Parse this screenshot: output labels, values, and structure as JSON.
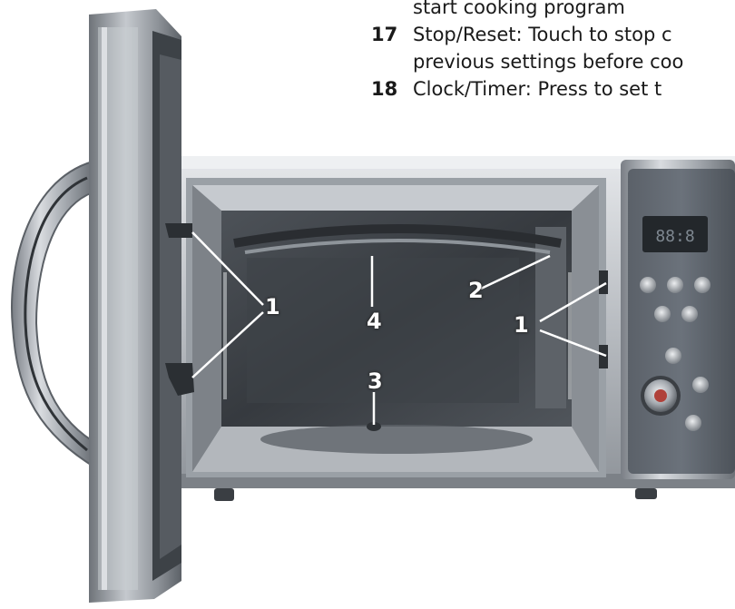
{
  "legend": {
    "line0": {
      "text": "start cooking program"
    },
    "line1": {
      "num": "17",
      "text": "Stop/Reset: Touch to stop c"
    },
    "line2": {
      "text": "previous settings before coo"
    },
    "line3": {
      "num": "18",
      "text": "Clock/Timer: Press to set t"
    }
  },
  "callouts": {
    "door_latch_left": "1",
    "door_latch_right": "1",
    "waveguide_cover": "2",
    "turntable_shaft": "3",
    "grill_element": "4"
  },
  "display": {
    "readout": "88:8"
  },
  "colors": {
    "steel_light": "#d8dbdf",
    "steel_mid": "#a9adb3",
    "steel_dark": "#6d7278",
    "cavity": "#2e3236",
    "panel": "#4a5058",
    "display_red": "#c0392b"
  },
  "icons": {
    "door": "door-icon",
    "handle": "handle-icon",
    "knob": "dial-knob-icon"
  }
}
